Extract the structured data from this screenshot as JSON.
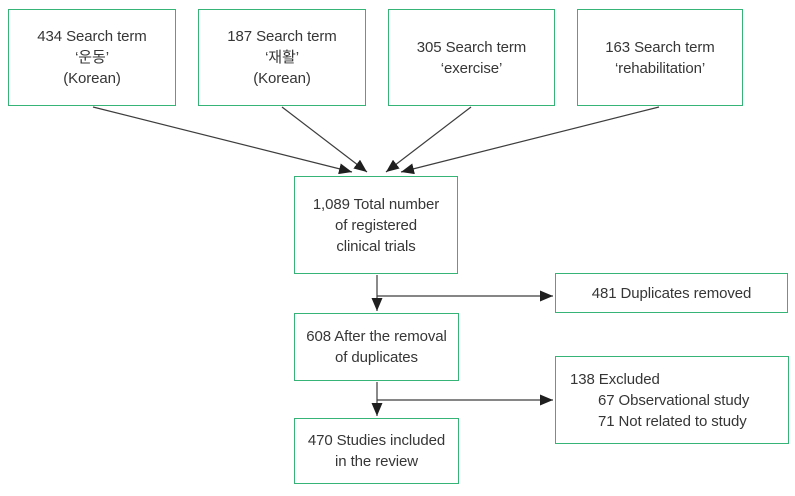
{
  "colors": {
    "box_border": "#36b376",
    "arrow": "#3d3d3d",
    "arrowhead": "#1f1f1f",
    "text": "#363636",
    "background": "#ffffff"
  },
  "boxes": {
    "search_undong": {
      "lines": [
        "434 Search term",
        "‘운동’",
        "(Korean)"
      ]
    },
    "search_jaehwal": {
      "lines": [
        "187 Search term",
        "‘재활’",
        "(Korean)"
      ]
    },
    "search_exercise": {
      "lines": [
        "305 Search term",
        "‘exercise’"
      ]
    },
    "search_rehabilitation": {
      "lines": [
        "163 Search term",
        "‘rehabilitation’"
      ]
    },
    "total": {
      "lines": [
        "1,089 Total number",
        "of registered",
        "clinical trials"
      ]
    },
    "duplicates_removed": {
      "lines": [
        "481 Duplicates removed"
      ]
    },
    "after_removal": {
      "lines": [
        "608 After the removal",
        "of duplicates"
      ]
    },
    "excluded": {
      "lines": [
        "138 Excluded",
        "67 Observational study",
        "71 Not related to study"
      ]
    },
    "included": {
      "lines": [
        "470 Studies included",
        "in the review"
      ]
    }
  }
}
